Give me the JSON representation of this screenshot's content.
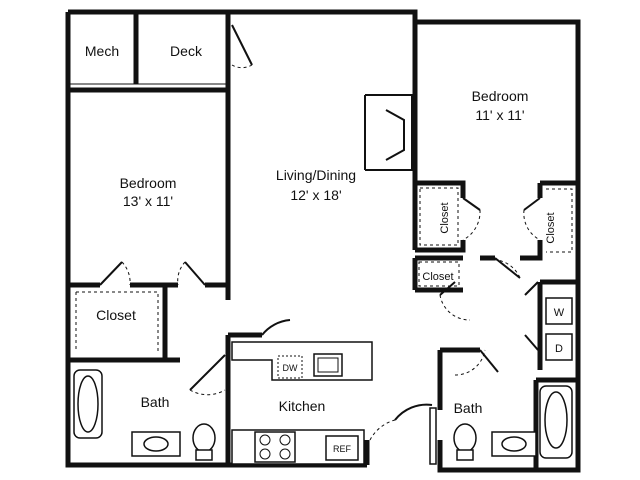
{
  "rooms": {
    "mech": "Mech",
    "deck": "Deck",
    "bedroom_left": {
      "name": "Bedroom",
      "size": "13' x 11'"
    },
    "living": {
      "name": "Living/Dining",
      "size": "12' x 18'"
    },
    "bedroom_right": {
      "name": "Bedroom",
      "size": "11' x 11'"
    },
    "closet_left": "Closet",
    "closet_mid_vertical": "Closet",
    "closet_mid_small": "Closet",
    "closet_right": "Closet",
    "bath_left": "Bath",
    "kitchen": "Kitchen",
    "bath_right": "Bath"
  },
  "fixtures": {
    "dishwasher": "DW",
    "refrigerator": "REF",
    "washer": "W",
    "dryer": "D"
  }
}
